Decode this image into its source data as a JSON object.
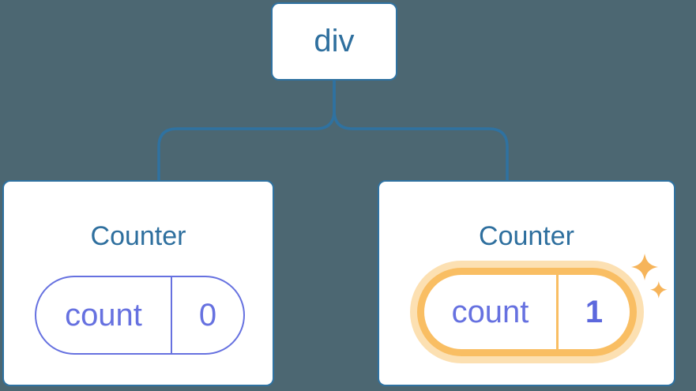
{
  "diagram": {
    "root_node": {
      "label": "div"
    },
    "nodes": [
      {
        "title": "Counter",
        "state": {
          "key": "count",
          "value": "0"
        },
        "highlighted": false
      },
      {
        "title": "Counter",
        "state": {
          "key": "count",
          "value": "1"
        },
        "highlighted": true
      }
    ]
  },
  "icons": {
    "sparkle_large": "sparkle-icon",
    "sparkle_small": "sparkle-icon"
  },
  "colors": {
    "background": "#4C6772",
    "line-blue": "#2F72A1",
    "text-blue": "#2E6F9E",
    "state-purple": "#6671E0",
    "value-bold-purple": "#5C68DD",
    "highlight-orange": "#F9BE63",
    "highlight-orange-light": "#FCE0B2",
    "sparkle-orange": "#F6B45A",
    "card-bg": "#FFFFFF"
  }
}
